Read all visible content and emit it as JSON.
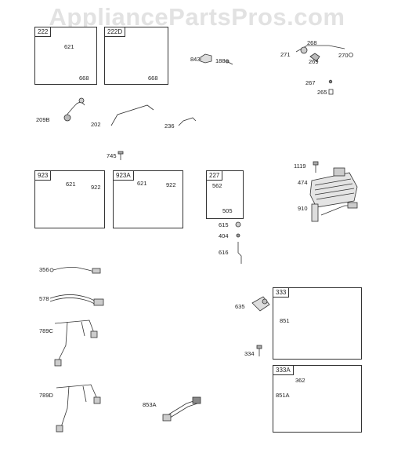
{
  "watermark": "AppliancePartsPros.com",
  "boxes": {
    "b222": "222",
    "b222D": "222D",
    "b923": "923",
    "b923A": "923A",
    "b227": "227",
    "b333": "333",
    "b333A": "333A"
  },
  "parts": {
    "p621a": "621",
    "p668a": "668",
    "p668b": "668",
    "p843": "843",
    "p188": "188",
    "p268": "268",
    "p271": "271",
    "p269": "269",
    "p270": "270",
    "p267": "267",
    "p265": "265",
    "p209B": "209B",
    "p202": "202",
    "p236": "236",
    "p745": "745",
    "p621b": "621",
    "p922a": "922",
    "p621c": "621",
    "p922b": "922",
    "p562": "562",
    "p505": "505",
    "p1119": "1119",
    "p474": "474",
    "p910": "910",
    "p615": "615",
    "p404": "404",
    "p616": "616",
    "p356": "356",
    "p578": "578",
    "p789C": "789C",
    "p789D": "789D",
    "p635": "635",
    "p851": "851",
    "p334": "334",
    "p853A": "853A",
    "p362": "362",
    "p851A": "851A"
  }
}
